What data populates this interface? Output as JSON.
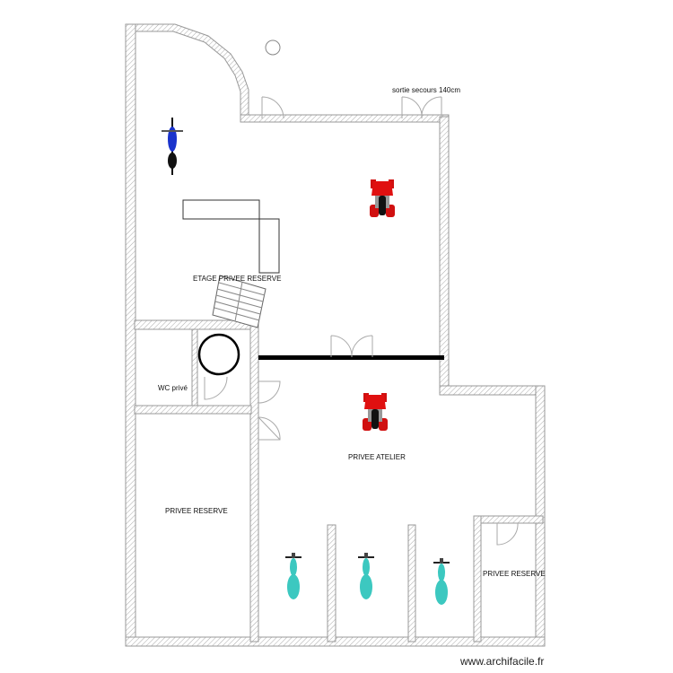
{
  "rooms": {
    "upper_reserve": "ETAGE PRIVEE RESERVE",
    "wc": "WC privé",
    "left_reserve": "PRIVEE RESERVE",
    "workshop": "PRIVEE ATELIER",
    "right_reserve": "PRIVEE RESERVE"
  },
  "annotations": {
    "emergency_exit": "sortie secours 140cm"
  },
  "watermark": "www.archifacile.fr",
  "colors": {
    "quad": "#e01010",
    "motorbike": "#1a33cc",
    "scooter": "#3cc8c0",
    "wall_hatch": "#999999"
  },
  "vehicles": [
    "motorbike-blue",
    "quad-red",
    "quad-red",
    "scooter-teal",
    "scooter-teal",
    "scooter-teal"
  ]
}
